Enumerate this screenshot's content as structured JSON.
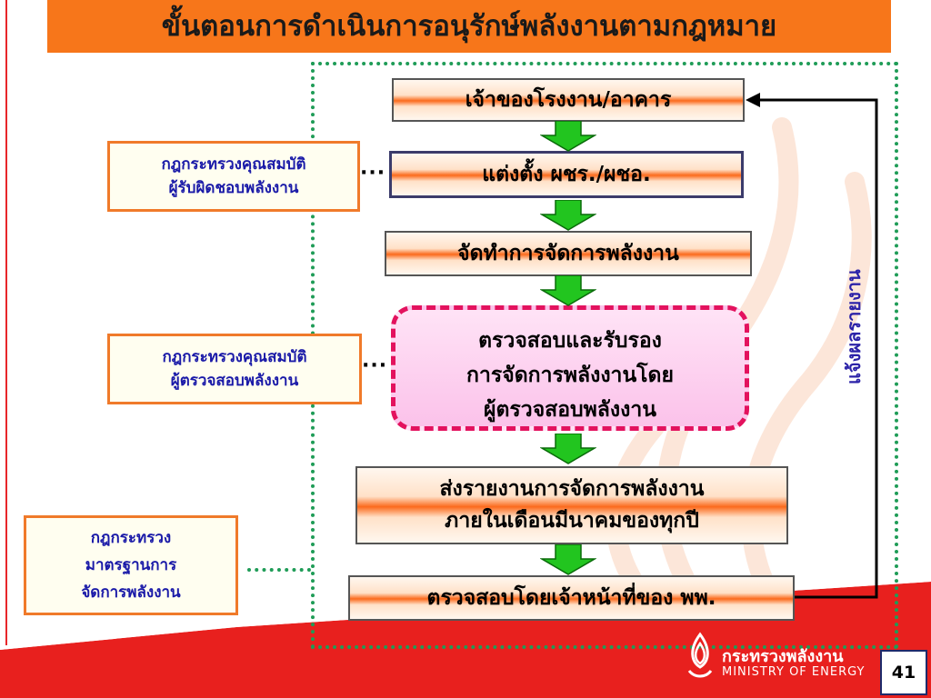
{
  "title": "ขั้นตอนการดำเนินการอนุรักษ์พลังงานตามกฎหมาย",
  "steps": [
    {
      "lines": [
        "เจ้าของโรงงาน/อาคาร"
      ]
    },
    {
      "lines": [
        "แต่งตั้ง ผชร./ผชอ."
      ]
    },
    {
      "lines": [
        "จัดทำการจัดการพลังงาน"
      ]
    },
    {
      "lines": [
        "ตรวจสอบและรับรอง",
        "การจัดการพลังงานโดย",
        "ผู้ตรวจสอบพลังงาน"
      ]
    },
    {
      "lines": [
        "ส่งรายงานการจัดการพลังงาน",
        "ภายในเดือนมีนาคมของทุกปี"
      ]
    },
    {
      "lines": [
        "ตรวจสอบโดยเจ้าหน้าที่ของ พพ."
      ]
    }
  ],
  "laws": [
    {
      "lines": [
        "กฎกระทรวงคุณสมบัติ",
        "ผู้รับผิดชอบพลังงาน"
      ]
    },
    {
      "lines": [
        "กฎกระทรวงคุณสมบัติ",
        "ผู้ตรวจสอบพลังงาน"
      ]
    },
    {
      "lines": [
        "กฎกระทรวง",
        "มาตรฐานการ",
        "จัดการพลังงาน"
      ]
    }
  ],
  "feedback_label": "แจ้งผลรายงาน",
  "ministry": {
    "thai": "กระทรวงพลังงาน",
    "english": "MINISTRY OF ENERGY"
  },
  "page_number": "41",
  "colors": {
    "title_bg": "#f7761a",
    "frame": "#1f9c57",
    "arrow": "#22c51f",
    "highlight_border": "#e3125e",
    "law_text": "#1a1aa8",
    "band": "#e8201e"
  }
}
